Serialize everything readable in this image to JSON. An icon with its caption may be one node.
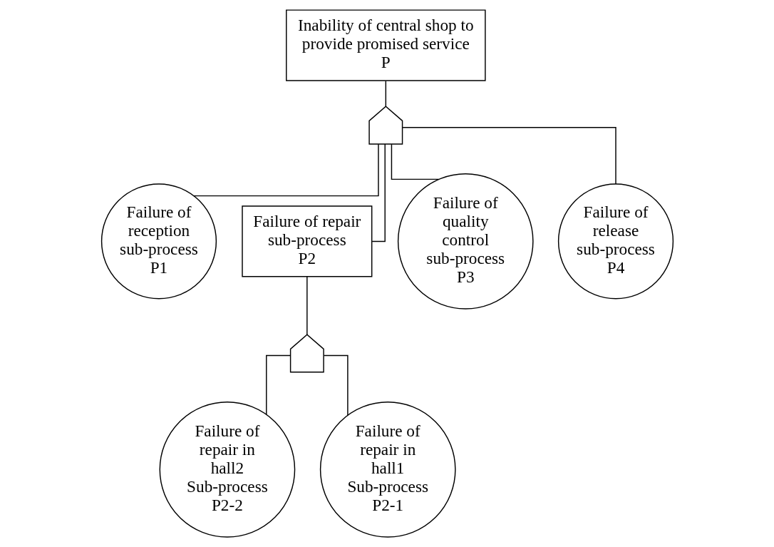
{
  "diagram": {
    "nodes": [
      {
        "text": [
          "Inability of central shop to provide promised service",
          "P"
        ]
      },
      {
        "text": [],
        "shape": "gate"
      },
      {
        "text": [
          "Failure of reception sub-process",
          "P1"
        ]
      },
      {
        "text": [
          "Failure of repair sub-process",
          "P2"
        ]
      },
      {
        "text": [
          "Failure of quality control sub-process",
          "P3"
        ]
      },
      {
        "text": [
          "Failure of release sub-process",
          "P4"
        ]
      },
      {
        "text": [],
        "shape": "gate"
      },
      {
        "text": [
          "Failure of repair in hall2 Sub-process",
          "P2-2"
        ]
      },
      {
        "text": [
          "Failure of repair in hall1 Sub-process",
          "P2-1"
        ]
      }
    ],
    "edges": [
      {
        "from": 0,
        "to": 1,
        "arrow": "none"
      },
      {
        "from": 1,
        "to": 2,
        "arrow": "none"
      },
      {
        "from": 1,
        "to": 3,
        "arrow": "none"
      },
      {
        "from": 1,
        "to": 4,
        "arrow": "none"
      },
      {
        "from": 1,
        "to": 5,
        "arrow": "none"
      },
      {
        "from": 3,
        "to": 6,
        "arrow": "none"
      },
      {
        "from": 6,
        "to": 7,
        "arrow": "none"
      },
      {
        "from": 6,
        "to": 8,
        "arrow": "none"
      }
    ]
  }
}
